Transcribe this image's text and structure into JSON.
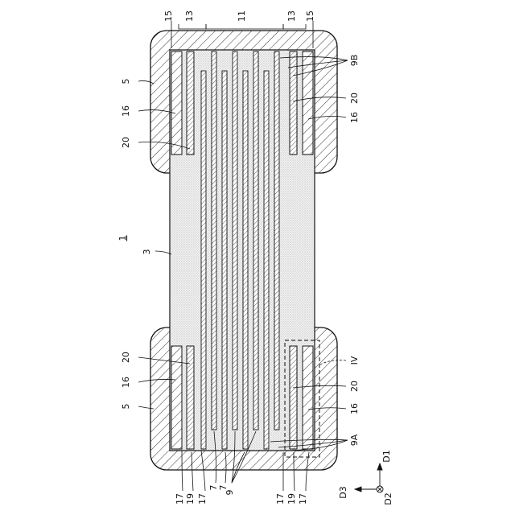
{
  "labels": {
    "top_left_15": "15",
    "top_left_13": "13",
    "top_11": "11",
    "top_right_13": "13",
    "top_right_15": "15",
    "label_5_top": "5",
    "label_16_top_left": "16",
    "label_20_top_left": "20",
    "label_9B": "9B",
    "label_20_top_right": "20",
    "label_16_top_right": "16",
    "label_1": "1",
    "label_3": "3",
    "label_20_bottom_left": "20",
    "label_16_bottom_left": "16",
    "label_5_bottom": "5",
    "label_IV": "IV",
    "label_20_bottom_right": "20",
    "label_16_bottom_right": "16",
    "label_9A": "9A",
    "bottom_17_a": "17",
    "bottom_19_a": "19",
    "bottom_17_b": "17",
    "bottom_7_a": "7",
    "bottom_7_b": "7",
    "bottom_9": "9",
    "bottom_17_c": "17",
    "bottom_19_b": "19",
    "bottom_17_d": "17",
    "axis_D1": "D1",
    "axis_D2": "D2",
    "axis_D3": "D3"
  }
}
